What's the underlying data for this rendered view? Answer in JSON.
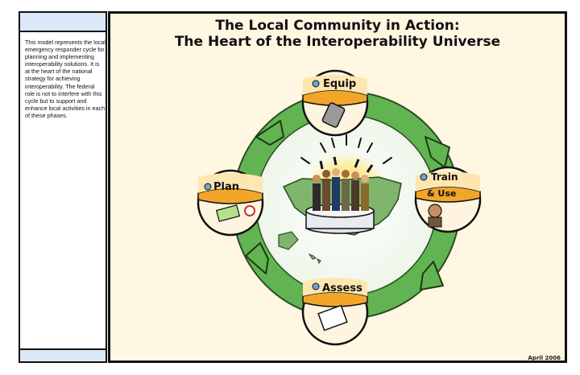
{
  "sidebar": {
    "description": "This model represents the local emergency responder cycle for planning and implementing interoperability solutions. It is at the heart of the national strategy for achieving interoperability. The federal role is not to interfere with this cycle but to support and enhance local activities in each of these phases."
  },
  "title": {
    "line1": "The Local Community in Action:",
    "line2": "The Heart of the Interoperability Universe"
  },
  "nodes": {
    "equip": "Equip",
    "train": "Train",
    "use": "& Use",
    "assess": "Assess",
    "plan": "Plan"
  },
  "date_stamp": "April 2006",
  "colors": {
    "arrow_green": "#5fb04f",
    "band_orange": "#f1a62a",
    "panel_bg": "#fff7e2",
    "sidebar_blue": "#dbe8f7",
    "dot_blue": "#6aa6d6"
  }
}
